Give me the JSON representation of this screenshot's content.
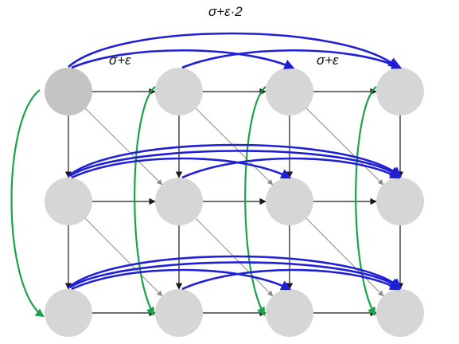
{
  "labels": {
    "top": "σ+ε·2",
    "left": "σ+ε",
    "right": "σ+ε"
  },
  "grid": {
    "rows": 3,
    "cols": 4,
    "highlighted_node": [
      0,
      0
    ]
  },
  "colors": {
    "node": "#d6d6d6",
    "node_highlight": "#c4c4c4",
    "edge": "#1a1a1a",
    "diagonal": "#8a8a8a",
    "skip_edge": "#1f1fd6",
    "wrap_edge": "#1aa24a"
  }
}
